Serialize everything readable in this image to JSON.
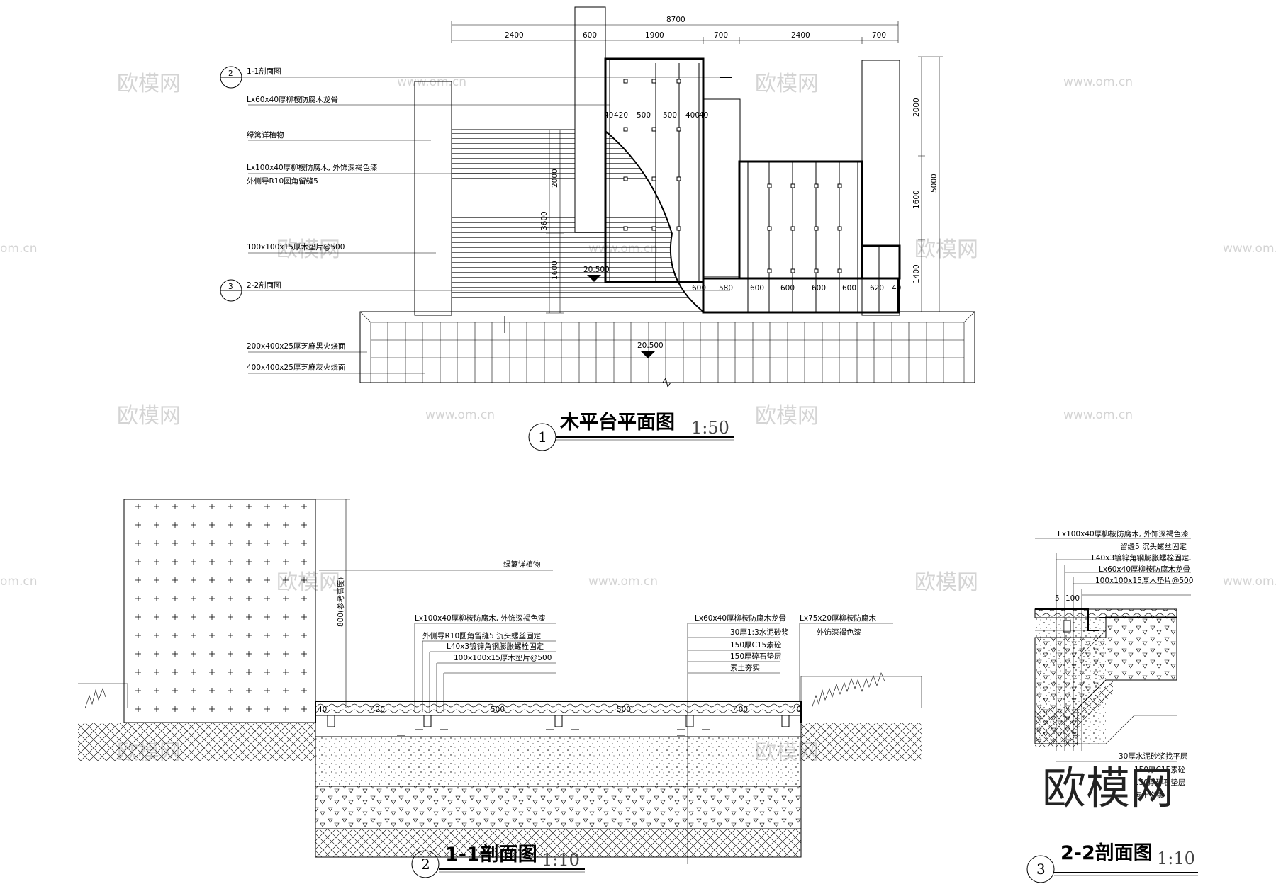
{
  "watermarks": {
    "logo": "欧模网",
    "url": "www.om.cn",
    "url_fragment": "om.cn"
  },
  "brand": "欧模网",
  "plan": {
    "title": "木平台平面图",
    "scale": "1:50",
    "number": "1",
    "dims_top": {
      "total": "8700",
      "segments": [
        "2400",
        "600",
        "1900",
        "700",
        "2400",
        "700"
      ]
    },
    "dims_inner": [
      "40",
      "420",
      "500",
      "500",
      "400",
      "40"
    ],
    "dims_bottom": [
      "600",
      "580",
      "600",
      "600",
      "600",
      "600",
      "620",
      "40"
    ],
    "dims_right": [
      "2000",
      "1600",
      "1400",
      "5000"
    ],
    "dims_left": [
      "2000",
      "3600",
      "1600"
    ],
    "levels": [
      "20.500",
      "20.500"
    ],
    "callouts": [
      "1-1剖面图",
      "Lx60x40厚柳桉防腐木龙骨",
      "绿篱详植物",
      "Lx100x40厚柳桉防腐木, 外饰深褐色漆",
      "外侧导R10圆角留缝5",
      "100x100x15厚木垫片@500",
      "2-2剖面图",
      "200x400x25厚芝麻黑火烧面",
      "400x400x25厚芝麻灰火烧面"
    ],
    "section_marks": [
      "2",
      "3"
    ]
  },
  "section1": {
    "title": "1-1剖面图",
    "scale": "1:10",
    "number": "2",
    "callouts_left": [
      "Lx100x40厚柳桉防腐木, 外饰深褐色漆",
      "外侧导R10圆角留缝5 沉头螺丝固定",
      "L40x3镀锌角钢膨胀螺栓固定",
      "100x100x15厚木垫片@500"
    ],
    "callouts_mid": [
      "Lx60x40厚柳桉防腐木龙骨",
      "30厚1:3水泥砂浆",
      "150厚C15素砼",
      "150厚碎石垫层",
      "素土夯实"
    ],
    "callouts_right": [
      "Lx75x20厚柳桉防腐木",
      "外饰深褐色漆"
    ],
    "plant_label": "绿篱详植物",
    "height_dim": "800(参考高度)",
    "dims": [
      "40",
      "420",
      "500",
      "500",
      "400",
      "40"
    ]
  },
  "section2": {
    "title": "2-2剖面图",
    "scale": "1:10",
    "number": "3",
    "callouts": [
      "Lx100x40厚柳桉防腐木, 外饰深褐色漆",
      "留缝5 沉头螺丝固定",
      "L40x3镀锌角钢膨胀螺栓固定",
      "Lx60x40厚柳桉防腐木龙骨",
      "100x100x15厚木垫片@500"
    ],
    "callouts_bottom": [
      "30厚水泥砂浆找平层",
      "150厚C15素砼",
      "150厚碎石垫层",
      "素土夯实"
    ],
    "dims": [
      "5",
      "100"
    ]
  }
}
